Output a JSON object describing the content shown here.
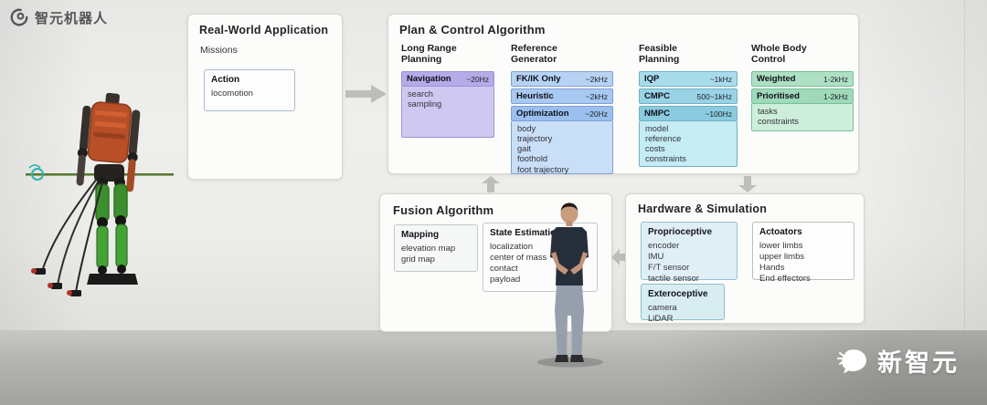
{
  "brand": {
    "text": "智元机器人"
  },
  "watermark": {
    "text": "新智元"
  },
  "colors": {
    "long_range_accent": "#b4abe8",
    "reference_accent": "#9abfee",
    "feasible_accent": "#8acbe0",
    "whole_body_accent": "#9fd9ba",
    "arrow": "#bdbdba"
  },
  "diagram": {
    "real_world": {
      "title": "Real-World Application",
      "subtitle": "Missions",
      "action": {
        "name": "Action",
        "items": [
          "locomotion"
        ]
      }
    },
    "plan_control": {
      "title": "Plan & Control Algorithm",
      "long_range": {
        "heading": "Long Range Planning",
        "navigation": {
          "name": "Navigation",
          "rate": "~20Hz",
          "items": [
            "search",
            "sampling"
          ]
        }
      },
      "reference": {
        "heading": "Reference Generator",
        "fkik": {
          "name": "FK/IK Only",
          "rate": "~2kHz"
        },
        "heuristic": {
          "name": "Heuristic",
          "rate": "~2kHz"
        },
        "optimization": {
          "name": "Optimization",
          "rate": "~20Hz",
          "items": [
            "body",
            "trajectory",
            "gait",
            "foothold",
            "foot trajectory"
          ]
        }
      },
      "feasible": {
        "heading": "Feasible Planning",
        "iqp": {
          "name": "IQP",
          "rate": "~1kHz"
        },
        "cmpc": {
          "name": "CMPC",
          "rate": "500~1kHz"
        },
        "nmpc": {
          "name": "NMPC",
          "rate": "~100Hz",
          "items": [
            "model",
            "reference",
            "costs",
            "constraints"
          ]
        }
      },
      "wbc": {
        "heading": "Whole Body Control",
        "weighted": {
          "name": "Weighted",
          "rate": "1-2kHz"
        },
        "prioritised": {
          "name": "Prioritised",
          "rate": "1-2kHz",
          "items": [
            "tasks",
            "constraints"
          ]
        }
      }
    },
    "fusion": {
      "title": "Fusion Algorithm",
      "mapping": {
        "name": "Mapping",
        "items": [
          "elevation map",
          "grid map"
        ]
      },
      "state_estimation": {
        "name": "State Estimation",
        "items": [
          "localization",
          "center of mass",
          "contact",
          "payload"
        ]
      }
    },
    "hardware": {
      "title": "Hardware & Simulation",
      "proprioceptive": {
        "name": "Proprioceptive",
        "items": [
          "encoder",
          "IMU",
          "F/T sensor",
          "tactile sensor"
        ]
      },
      "actuators": {
        "name": "Actoators",
        "items": [
          "lower limbs",
          "upper limbs",
          "Hands",
          "End effectors"
        ]
      },
      "exteroceptive": {
        "name": "Exteroceptive",
        "items": [
          "camera",
          "LiDAR"
        ]
      }
    }
  }
}
